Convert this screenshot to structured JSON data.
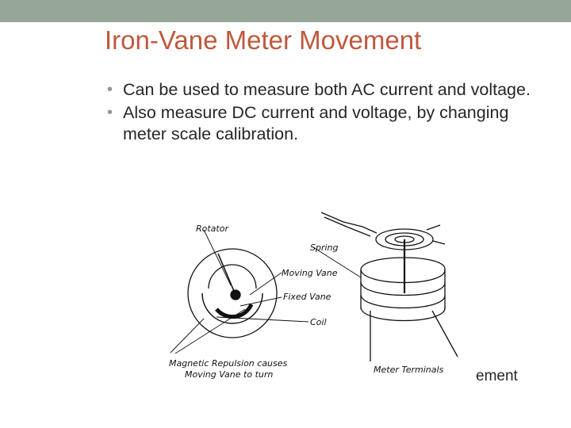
{
  "slide": {
    "title": "Iron-Vane Meter Movement",
    "bullets": [
      "Can be used to measure both AC current and voltage.",
      "Also measure DC current and voltage, by changing meter scale calibration."
    ],
    "caption_fragment": "ement"
  },
  "diagram": {
    "labels": {
      "rotator": "Rotator",
      "spring": "Spring",
      "moving_vane": "Moving Vane",
      "fixed_vane": "Fixed Vane",
      "coil": "Coil",
      "repulsion_line1": "Magnetic Repulsion causes",
      "repulsion_line2": "Moving Vane to turn",
      "meter_terminals": "Meter Terminals"
    }
  },
  "colors": {
    "top_bar": "#96a79a",
    "title": "#c0583c",
    "body_text": "#262626",
    "bullet": "#8b9a8e"
  }
}
